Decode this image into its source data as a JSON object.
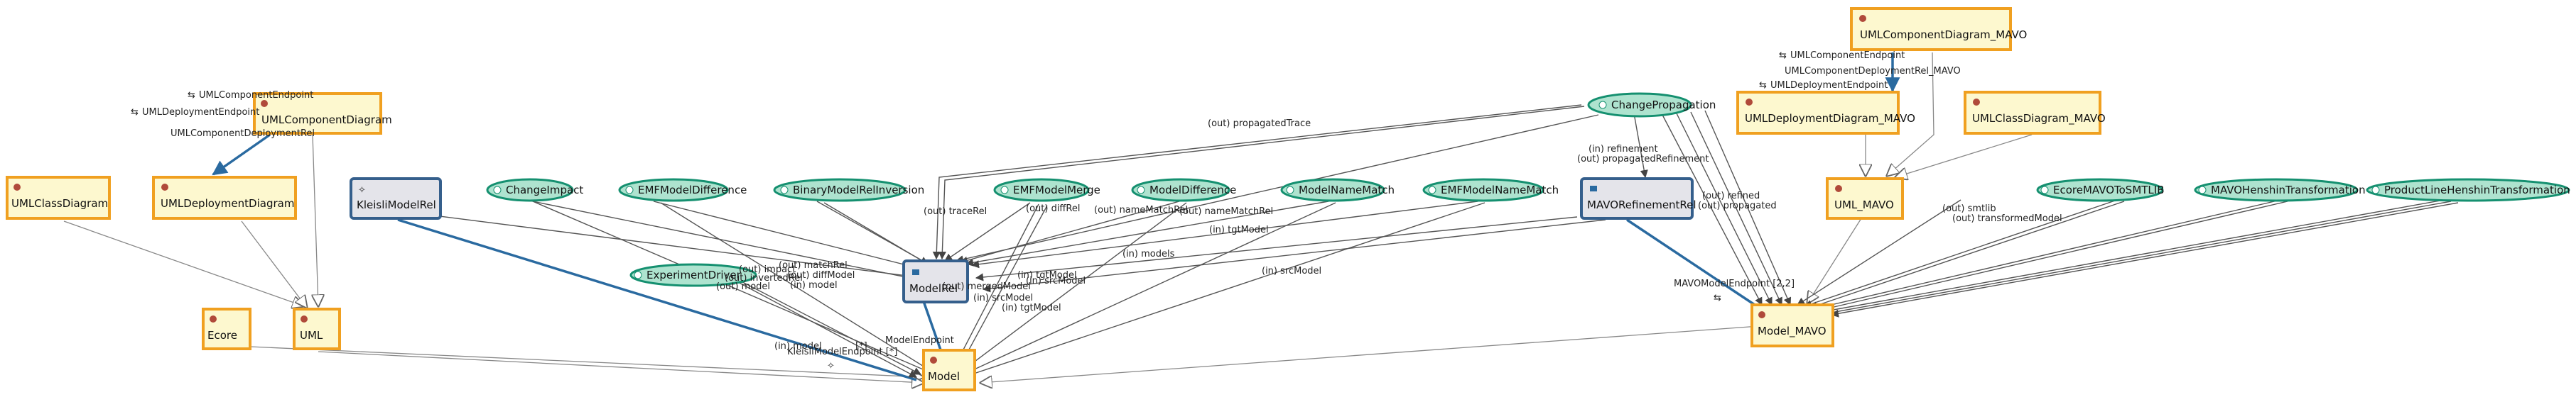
{
  "types": {
    "uml_component_diagram_mavo": "UMLComponentDiagram_MAVO",
    "uml_component_diagram": "UMLComponentDiagram",
    "uml_deployment_diagram_mavo": "UMLDeploymentDiagram_MAVO",
    "uml_class_diagram_mavo": "UMLClassDiagram_MAVO",
    "uml_class_diagram": "UMLClassDiagram",
    "uml_deployment_diagram": "UMLDeploymentDiagram",
    "uml_mavo": "UML_MAVO",
    "ecore": "Ecore",
    "uml": "UML",
    "model_mavo": "Model_MAVO",
    "model": "Model"
  },
  "relations": {
    "kleisli_model_rel": "KleisliModelRel",
    "mavo_refinement_rel": "MAVORefinementRel",
    "model_rel": "ModelRel"
  },
  "operators": {
    "change_propagation": "ChangePropagation",
    "change_impact": "ChangeImpact",
    "emf_model_difference": "EMFModelDifference",
    "binary_model_rel_inversion": "BinaryModelRelInversion",
    "emf_model_merge": "EMFModelMerge",
    "model_difference": "ModelDifference",
    "model_name_match": "ModelNameMatch",
    "emf_model_name_match": "EMFModelNameMatch",
    "experiment_driver": "ExperimentDriver",
    "ecore_mavo_to_smtlib": "EcoreMAVOToSMTLIB",
    "mavo_henshin_transformation": "MAVOHenshinTransformation",
    "product_line_henshin_transformation": "ProductLineHenshinTransformation"
  },
  "endpoints": {
    "uml_component_endpoint_mavo": "UMLComponentEndpoint",
    "uml_component_deployment_rel_mavo": "UMLComponentDeploymentRel_MAVO",
    "uml_deployment_endpoint_mavo": "UMLDeploymentEndpoint",
    "uml_component_endpoint": "UMLComponentEndpoint",
    "uml_deployment_endpoint": "UMLDeploymentEndpoint",
    "uml_component_deployment_rel": "UMLComponentDeploymentRel",
    "mavo_model_endpoint": "MAVOModelEndpoint [2,2]",
    "kleisli_model_endpoint": "KleisliModelEndpoint [*]",
    "model_endpoint": "ModelEndpoint"
  },
  "edge_labels": {
    "propagated_trace": "(out) propagatedTrace",
    "refinement": "(in) refinement",
    "propagated_refinement": "(out) propagatedRefinement",
    "tgt_model": "(in) tgtModel",
    "src_model": "(in) srcModel",
    "model_in": "(in) model",
    "models": "(in) models",
    "merged_model": "(out) mergedModel",
    "name_match_rel": "(out) nameMatchRel",
    "diff_rel": "(out) diffRel",
    "inverted_rel": "(out) invertedRel",
    "trace_rel": "(out) traceRel",
    "refined": "(out) refined",
    "smtlib": "(out) smtlib",
    "model_out": "(out) model",
    "trans_model": "(out) transformedModel",
    "match_rel": "(out) matchRel",
    "diff_model": "(out) diffModel",
    "impact": "(out) impact",
    "propagated": "(out) propagated",
    "multiplicity": "[*]"
  }
}
